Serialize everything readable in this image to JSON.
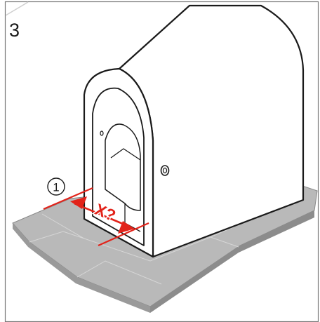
{
  "panel": {
    "step_number": "3",
    "callout_number": "1",
    "measure_label": "X?",
    "colors": {
      "frame_border": "#777777",
      "floor": "#b9b9b9",
      "floor_front": "#8c8c8c",
      "floor_lines": "#d6d6d6",
      "body": "#ffffff",
      "outline": "#1a1a1a",
      "accent_red": "#e2231a"
    }
  }
}
